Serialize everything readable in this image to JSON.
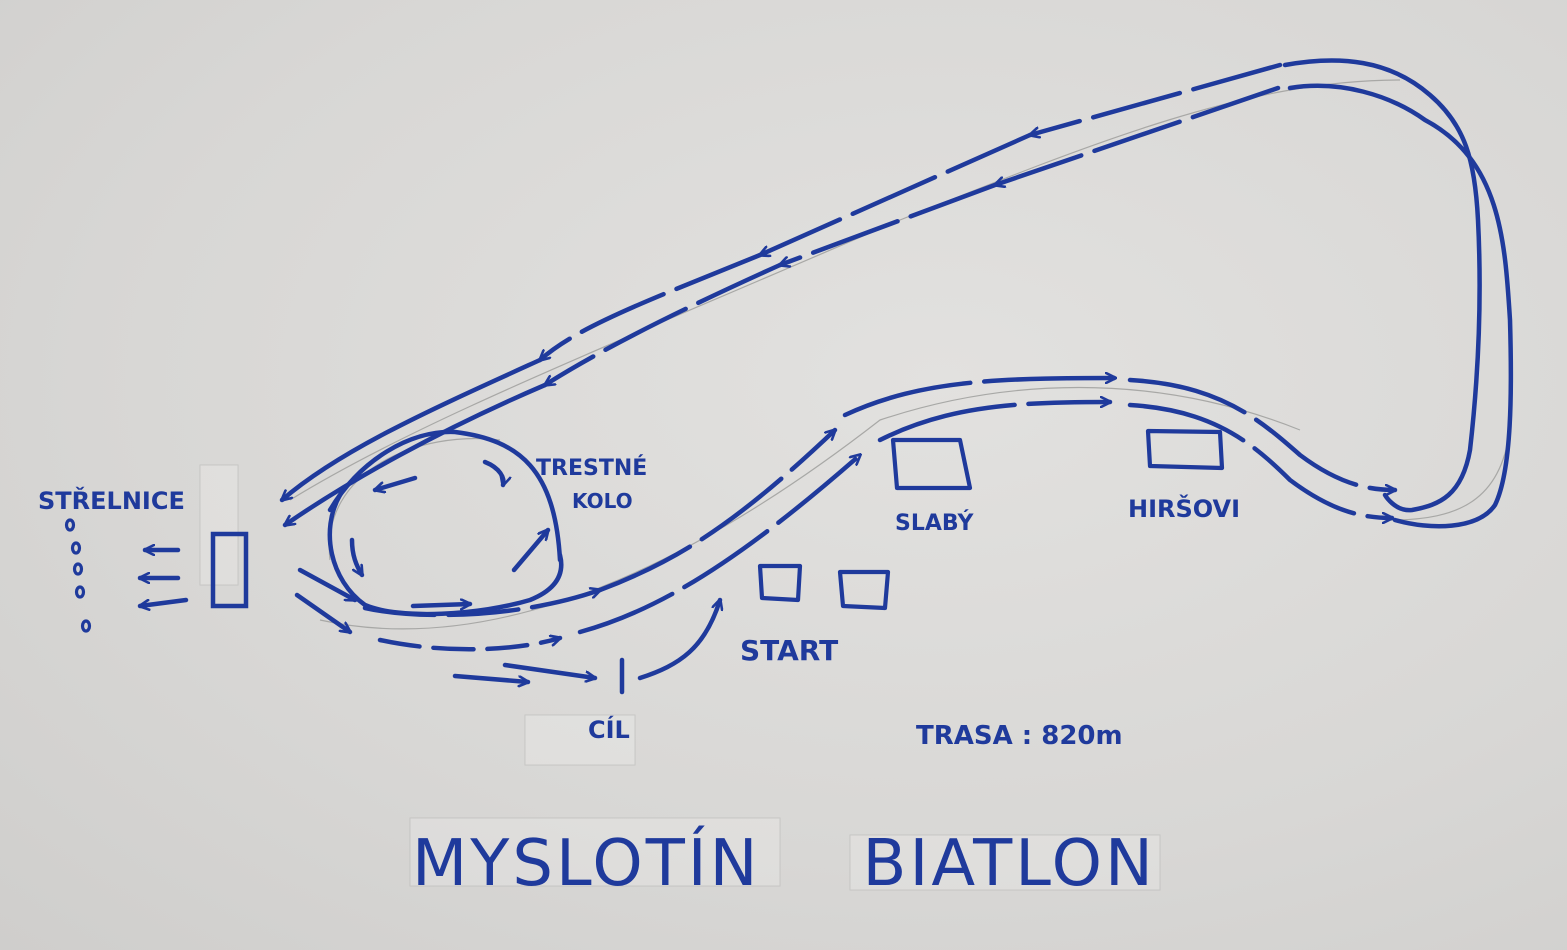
{
  "title": "MYSLOTÍN BIATLON",
  "labels": {
    "shooting_range": "STŘELNICE",
    "penalty_loop_line1": "TRESTNÉ",
    "penalty_loop_line2": "KOLO",
    "start": "START",
    "finish": "CÍL",
    "building_slaby": "SLABÝ",
    "building_hirsovi": "HIRŠOVI",
    "track_length": "TRASA : 820m"
  },
  "colors": {
    "ink": "#1f3a9c",
    "paper": "#dcdbd9",
    "pencil": "#a8a8a6"
  }
}
